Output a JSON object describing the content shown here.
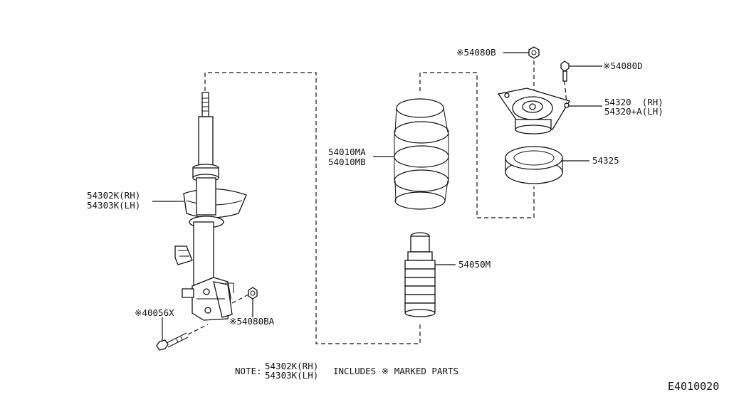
{
  "labels": {
    "l_54080b": "※54080B",
    "l_54080d": "※54080D",
    "l_54320_rh": "54320  (RH)",
    "l_54320_lh": "54320+A(LH)",
    "l_54325": "54325",
    "l_54010ma": "54010MA",
    "l_54010mb": "54010MB",
    "l_54302k": "54302K(RH)",
    "l_54303k": "54303K(LH)",
    "l_54050m": "54050M",
    "l_40056x": "※40056X",
    "l_54080ba": "※54080BA"
  },
  "note": {
    "prefix": "NOTE:",
    "line1": "54302K(RH)",
    "line2": "54303K(LH)",
    "suffix": "INCLUDES ※ MARKED PARTS"
  },
  "diagram_code": "E4010020"
}
